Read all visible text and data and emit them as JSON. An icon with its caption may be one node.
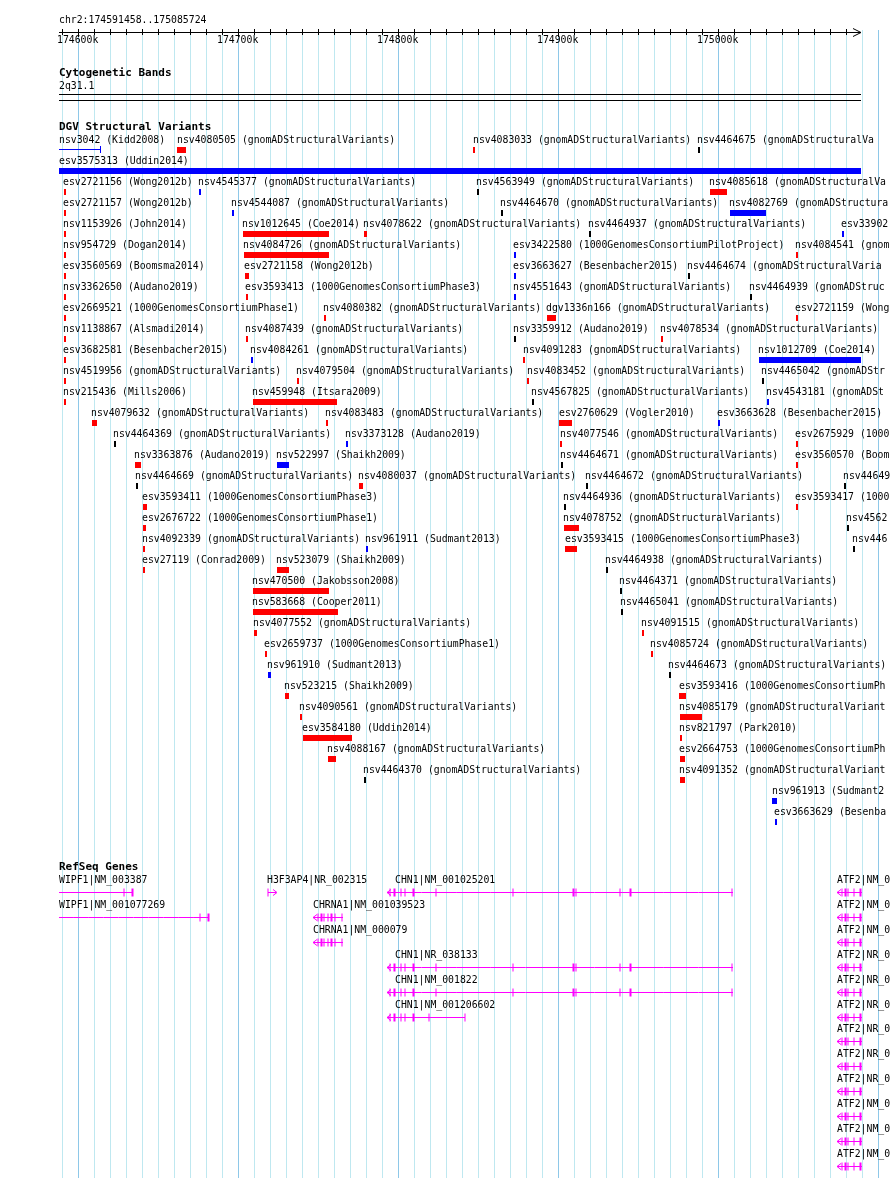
{
  "diagram": {
    "labels": [
      "chr2:174591458..175085724",
      "174600k",
      "174700k",
      "174800k",
      "174900k",
      "175000k",
      "Cytogenetic Bands",
      "2q31.1",
      "DGV Structural Variants",
      "nsv3042 (Kidd2008)",
      "nsv4080505 (gnomADStructuralVariants)",
      "nsv4083033 (gnomADStructuralVariants)",
      "nsv4464675 (gnomADStructuralVa",
      "esv3575313 (Uddin2014)",
      "esv2721156 (Wong2012b)",
      "nsv4545377 (gnomADStructuralVariants)",
      "nsv4563949 (gnomADStructuralVariants)",
      "nsv4085618 (gnomADStructuralVa",
      "esv2721157 (Wong2012b)",
      "nsv4544087 (gnomADStructuralVariants)",
      "nsv4464670 (gnomADStructuralVariants)",
      "nsv4082769 (gnomADStructura",
      "nsv1153926 (John2014)",
      "nsv1012645 (Coe2014)",
      "nsv4078622 (gnomADStructuralVariants)",
      "nsv4464937 (gnomADStructuralVariants)",
      "esv33902",
      "nsv954729 (Dogan2014)",
      "nsv4084726 (gnomADStructuralVariants)",
      "esv3422580 (1000GenomesConsortiumPilotProject)",
      "nsv4084541 (gnom",
      "esv3560569 (Boomsma2014)",
      "esv2721158 (Wong2012b)",
      "esv3663627 (Besenbacher2015)",
      "nsv4464674 (gnomADStructuralVaria",
      "nsv3362650 (Audano2019)",
      "esv3593413 (1000GenomesConsortiumPhase3)",
      "nsv4551643 (gnomADStructuralVariants)",
      "nsv4464939 (gnomADStruc",
      "esv2669521 (1000GenomesConsortiumPhase1)",
      "nsv4080382 (gnomADStructuralVariants)",
      "dgv1336n166 (gnomADStructuralVariants)",
      "esv2721159 (Wong",
      "nsv1138867 (Alsmadi2014)",
      "nsv4087439 (gnomADStructuralVariants)",
      "nsv3359912 (Audano2019)",
      "nsv4078534 (gnomADStructuralVariants)",
      "esv3682581 (Besenbacher2015)",
      "nsv4084261 (gnomADStructuralVariants)",
      "nsv4091283 (gnomADStructuralVariants)",
      "nsv1012709 (Coe2014)",
      "nsv4519956 (gnomADStructuralVariants)",
      "nsv4079504 (gnomADStructuralVariants)",
      "nsv4083452 (gnomADStructuralVariants)",
      "nsv4465042 (gnomADStr",
      "nsv215436 (Mills2006)",
      "nsv459948 (Itsara2009)",
      "nsv4567825 (gnomADStructuralVariants)",
      "nsv4543181 (gnomADSt",
      "nsv4079632 (gnomADStructuralVariants)",
      "nsv4083483 (gnomADStructuralVariants)",
      "esv2760629 (Vogler2010)",
      "esv3663628 (Besenbacher2015)",
      "nsv4464369 (gnomADStructuralVariants)",
      "nsv3373128 (Audano2019)",
      "nsv4077546 (gnomADStructuralVariants)",
      "esv2675929 (1000",
      "nsv3363876 (Audano2019)",
      "nsv522997 (Shaikh2009)",
      "nsv4464671 (gnomADStructuralVariants)",
      "esv3560570 (Boom",
      "nsv4464669 (gnomADStructuralVariants)",
      "nsv4080037 (gnomADStructuralVariants)",
      "nsv4464672 (gnomADStructuralVariants)",
      "nsv44649",
      "esv3593411 (1000GenomesConsortiumPhase3)",
      "nsv4464936 (gnomADStructuralVariants)",
      "esv3593417 (1000",
      "esv2676722 (1000GenomesConsortiumPhase1)",
      "nsv4078752 (gnomADStructuralVariants)",
      "nsv4562",
      "nsv4092339 (gnomADStructuralVariants)",
      "nsv961911 (Sudmant2013)",
      "esv3593415 (1000GenomesConsortiumPhase3)",
      "nsv446",
      "esv27119 (Conrad2009)",
      "nsv523079 (Shaikh2009)",
      "nsv4464938 (gnomADStructuralVariants)",
      "nsv470500 (Jakobsson2008)",
      "nsv4464371 (gnomADStructuralVariants)",
      "nsv583668 (Cooper2011)",
      "nsv4465041 (gnomADStructuralVariants)",
      "nsv4077552 (gnomADStructuralVariants)",
      "nsv4091515 (gnomADStructuralVariants)",
      "esv2659737 (1000GenomesConsortiumPhase1)",
      "nsv4085724 (gnomADStructuralVariants)",
      "nsv961910 (Sudmant2013)",
      "nsv4464673 (gnomADStructuralVariants)",
      "nsv523215 (Shaikh2009)",
      "esv3593416 (1000GenomesConsortiumPh",
      "nsv4090561 (gnomADStructuralVariants)",
      "nsv4085179 (gnomADStructuralVariant",
      "esv3584180 (Uddin2014)",
      "nsv821797 (Park2010)",
      "nsv4088167 (gnomADStructuralVariants)",
      "esv2664753 (1000GenomesConsortiumPh",
      "nsv4464370 (gnomADStructuralVariants)",
      "nsv4091352 (gnomADStructuralVariant",
      "nsv961913 (Sudmant2",
      "esv3663629 (Besenba",
      "RefSeq Genes",
      "WIPF1|NM_003387",
      "H3F3AP4|NR_002315",
      "CHN1|NM_001025201",
      "ATF2|NM_0",
      "WIPF1|NM_001077269",
      "CHRNA1|NM_001039523",
      "ATF2|NM_0",
      "CHRNA1|NM_000079",
      "ATF2|NM_0",
      "CHN1|NR_038133",
      "ATF2|NR_0",
      "CHN1|NM_001822",
      "ATF2|NR_0",
      "CHN1|NM_001206602",
      "ATF2|NR_0",
      "ATF2|NR_0",
      "ATF2|NR_0",
      "ATF2|NR_0",
      "ATF2|NM_0",
      "ATF2|NM_0",
      "ATF2|NM_0"
    ]
  }
}
